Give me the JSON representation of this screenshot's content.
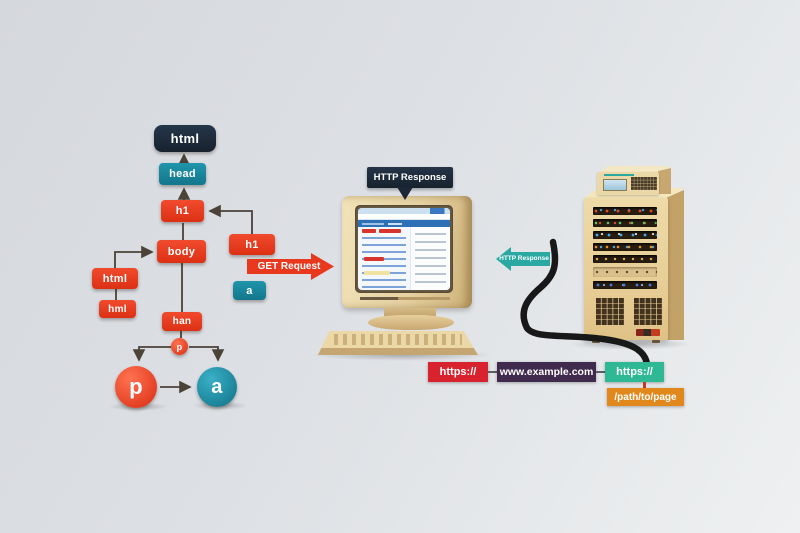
{
  "dom_tree": {
    "root": "html",
    "head": "head",
    "h1": "h1",
    "body": "body",
    "h1_branch": "h1",
    "a_branch": "a",
    "html_left": "html",
    "hml_left": "hml",
    "han": "han",
    "p_small": "p",
    "p_circle": "p",
    "a_circle": "a"
  },
  "flow": {
    "get_request_label": "GET Request",
    "http_response_bubble_label": "HTTP Response",
    "http_response_arrow_label": "HTTP Response"
  },
  "url_anatomy": {
    "protocol": "https://",
    "domain": "www.example.com",
    "protocol_repeat": "https://",
    "path": "/path/to/page"
  },
  "colors": {
    "node_red": "#e23a20",
    "node_teal": "#1b8aa0",
    "node_navy": "#1e2c3c",
    "arrow_red": "#e8391f",
    "arrow_teal": "#2aa8a2",
    "url_red": "#d8232e",
    "url_purple": "#402b4e",
    "url_teal": "#2eb894",
    "url_orange": "#e1881c",
    "device_beige": "#e7d2a0",
    "cable_black": "#1a1a1a"
  }
}
